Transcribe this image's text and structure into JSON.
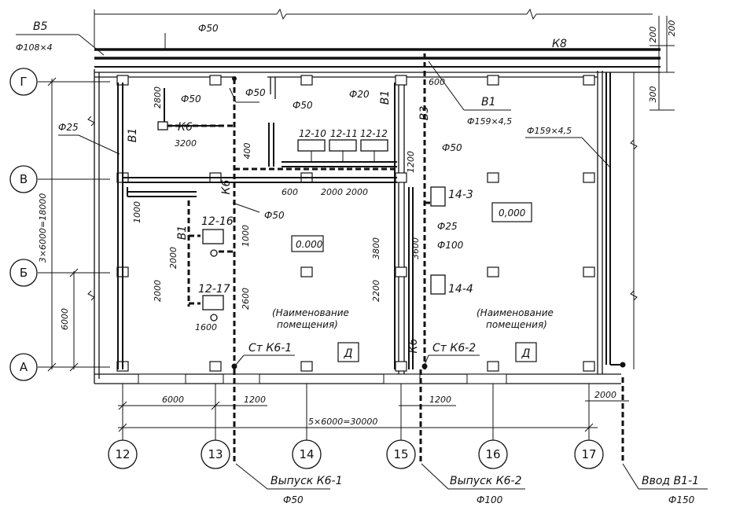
{
  "axes": {
    "rows": [
      "Г",
      "В",
      "Б",
      "А"
    ],
    "columns": [
      "12",
      "13",
      "14",
      "15",
      "16",
      "17"
    ]
  },
  "labels": {
    "b5": "В5",
    "b5_size": "Ф108×4",
    "d50_top": "Ф50",
    "k8": "К8",
    "dim_200a": "200",
    "dim_200b": "200",
    "dim_300": "300",
    "dim_600_top": "600",
    "b1_right": "В1",
    "b1_right_size": "Ф159×4,5",
    "d159": "Ф159×4,5",
    "d25_left": "Ф25",
    "b1_left": "В1",
    "dim_2800": "2800",
    "d50_a": "Ф50",
    "k6_top": "К6",
    "dim_3200": "3200",
    "d50_b": "Ф50",
    "d50_c": "Ф50",
    "d20": "Ф20",
    "b1_mid": "В1",
    "b3": "В3",
    "dim_400": "400",
    "k6_vert": "К6",
    "fix_1210": "12-10",
    "fix_1211": "12-11",
    "fix_1212": "12-12",
    "dim_1200_v": "1200",
    "d50_d": "Ф50",
    "dim_600_b": "600",
    "dim_2000a": "2000",
    "dim_2000b": "2000",
    "fix_143": "14-3",
    "dim_1000_left": "1000",
    "d50_e": "Ф50",
    "level_right": "0,000",
    "fix_1216": "12-16",
    "b1_small": "В1",
    "dim_1000_mid": "1000",
    "dim_2000_v1": "2000",
    "dim_2000_v2": "2000",
    "level_center": "0.000",
    "dim_3800": "3800",
    "dim_3600": "3600",
    "d25_right": "Ф25",
    "d100": "Ф100",
    "overall_rows": "3×6000=18000",
    "dim_6000_left": "6000",
    "fix_1217": "12-17",
    "dim_2600": "2600",
    "dim_2200": "2200",
    "fix_144": "14-4",
    "dim_1600": "1600",
    "room_name_1": "(Наименование",
    "room_name_2": "помещения)",
    "room_name_3": "(Наименование",
    "room_name_4": "помещения)",
    "riser_1": "Ст К6-1",
    "riser_2": "Ст К6-2",
    "k6_riser": "К6",
    "d_1": "Д",
    "d_2": "Д",
    "dim_6000_bottom": "6000",
    "dim_1200_a": "1200",
    "dim_1200_b": "1200",
    "dim_2000_bottom": "2000",
    "overall_cols": "5×6000=30000",
    "outlet_1": "Выпуск К6-1",
    "outlet_1_size": "Ф50",
    "outlet_2": "Выпуск К6-2",
    "outlet_2_size": "Ф100",
    "inlet_1": "Ввод В1-1",
    "inlet_1_size": "Ф150"
  }
}
